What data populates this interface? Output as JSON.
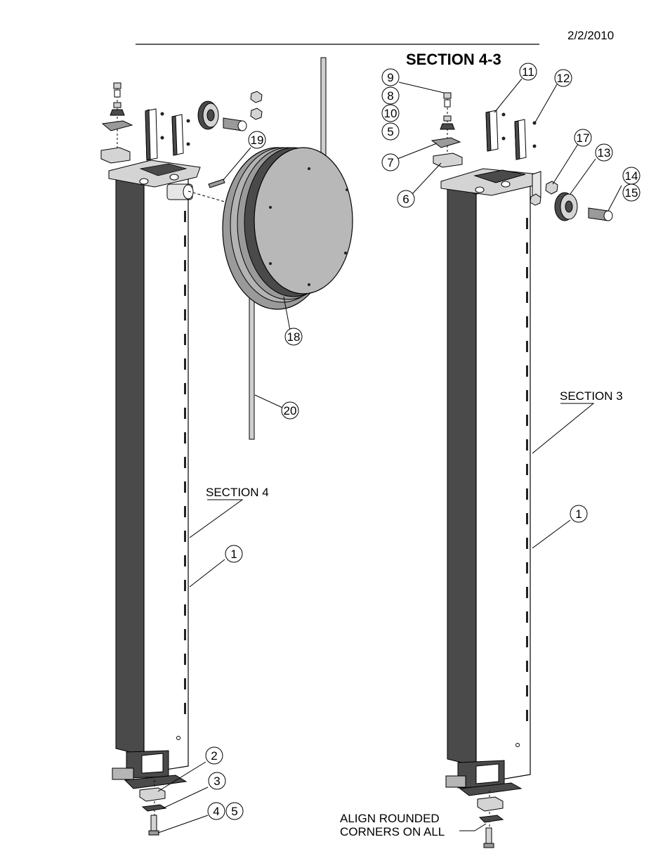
{
  "header": {
    "date": "2/2/2010",
    "title": "SECTION 4-3"
  },
  "labels": {
    "section4": "SECTION 4",
    "section3": "SECTION 3",
    "note_line1": "ALIGN ROUNDED",
    "note_line2": "CORNERS ON ALL"
  },
  "callouts": {
    "c1a": "1",
    "c1b": "1",
    "c2": "2",
    "c3": "3",
    "c4": "4",
    "c5a": "5",
    "c5b": "5",
    "c6": "6",
    "c7": "7",
    "c8": "8",
    "c9": "9",
    "c10": "10",
    "c11": "11",
    "c12": "12",
    "c13": "13",
    "c14": "14",
    "c15": "15",
    "c17": "17",
    "c18": "18",
    "c19": "19",
    "c20": "20"
  },
  "colors": {
    "dark_panel": "#4a4a4a",
    "mid_gray": "#9a9a9a",
    "light_gray": "#d4d4d4",
    "outline": "#000000"
  }
}
